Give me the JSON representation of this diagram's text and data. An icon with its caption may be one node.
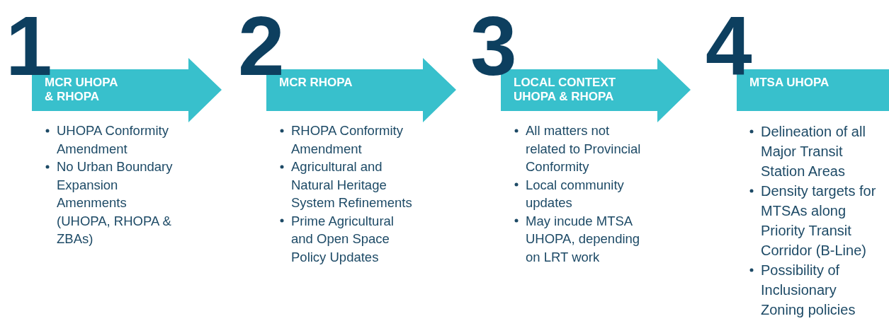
{
  "diagram": {
    "nodes": [
      {
        "text": [
          "1",
          "MCR UHOPA & RHOPA"
        ],
        "beside": [
          "UHOPA Conformity Amendment",
          "No Urban Boundary Expansion Amenments (UHOPA, RHOPA & ZBAs)"
        ]
      },
      {
        "text": [
          "2",
          "MCR RHOPA"
        ],
        "beside": [
          "RHOPA Conformity Amendment",
          "Agricultural and Natural Heritage System Refinements",
          "Prime Agricultural and Open Space Policy Updates"
        ]
      },
      {
        "text": [
          "3",
          "LOCAL CONTEXT UHOPA & RHOPA"
        ],
        "beside": [
          "All matters not related to Provincial Conformity",
          "Local community updates",
          "May incude MTSA UHOPA, depending on LRT work"
        ]
      },
      {
        "text": [
          "4",
          "MTSA UHOPA"
        ],
        "beside": [
          "Delineation of all Major Transit Station Areas",
          "Density targets for MTSAs along Priority Transit Corridor (B-Line)",
          "Possibility of Inclusionary Zoning policies"
        ]
      }
    ]
  }
}
